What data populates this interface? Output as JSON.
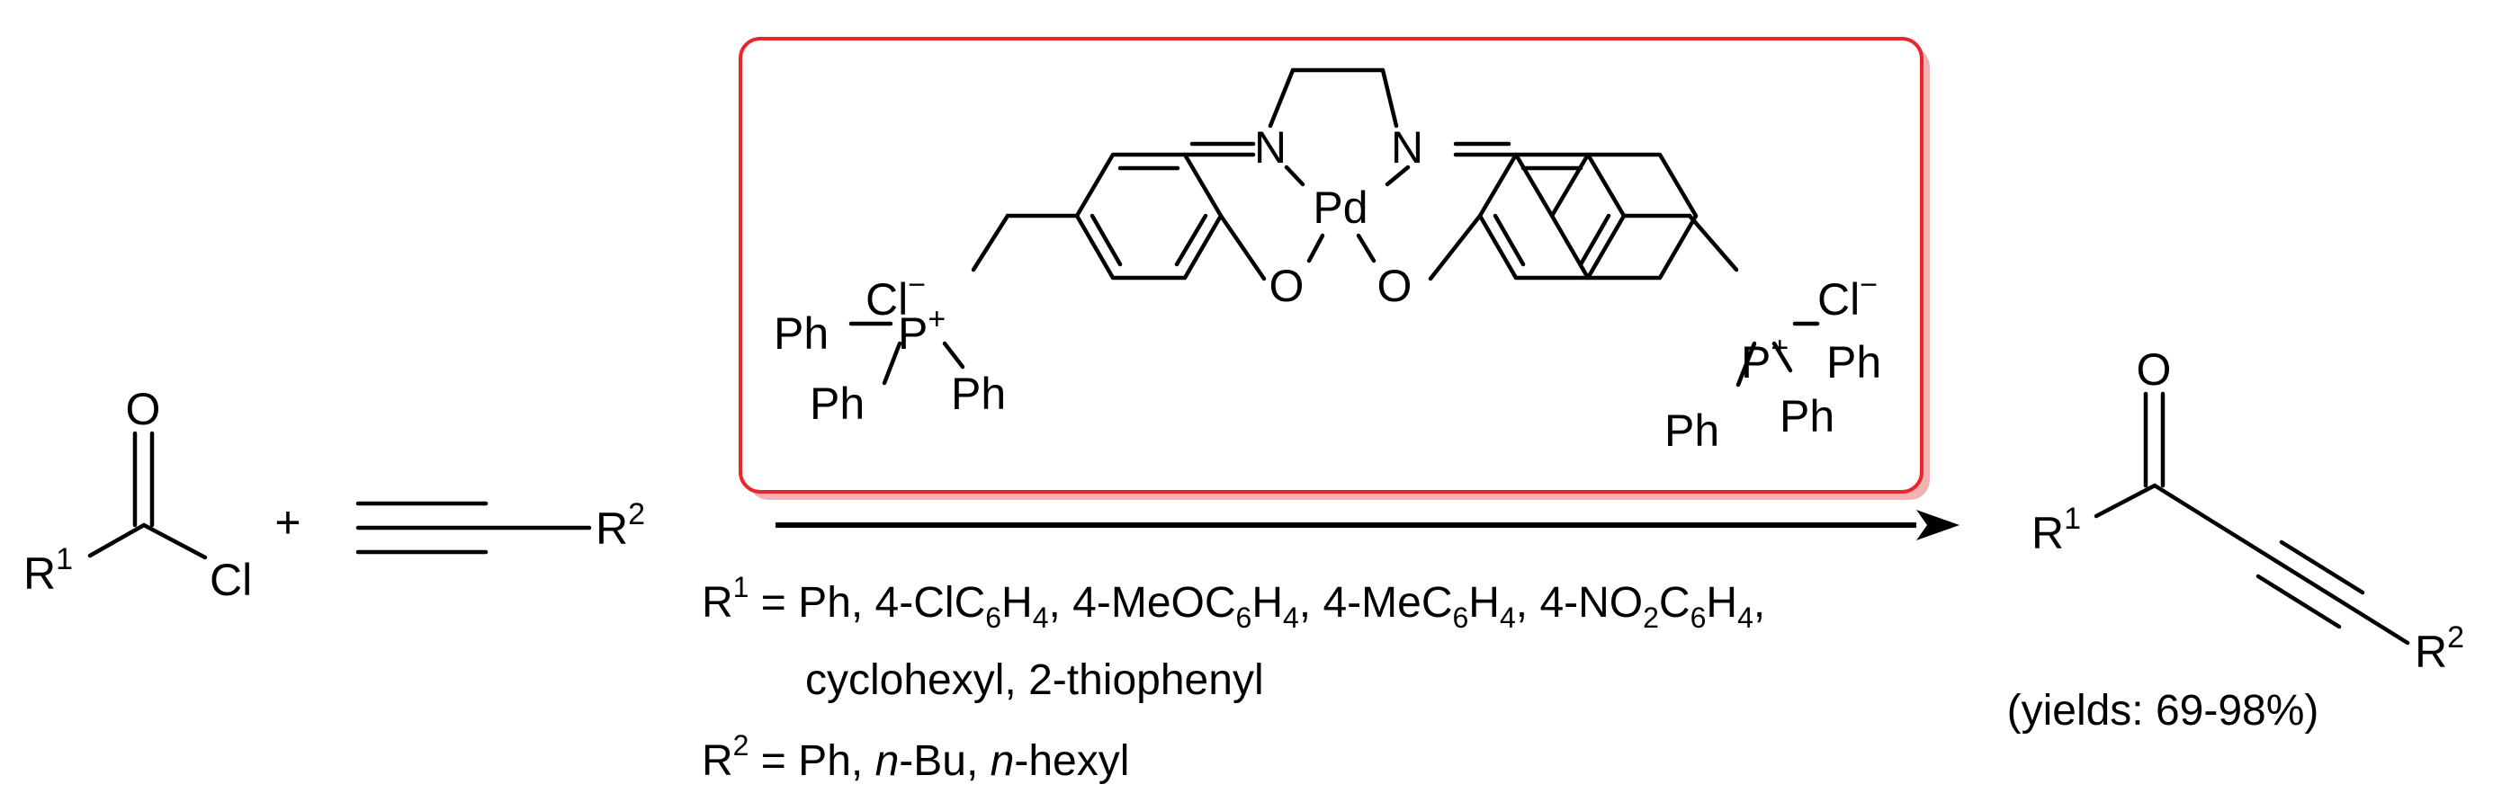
{
  "colors": {
    "catalyst_box_border": "#e8262b",
    "catalyst_box_shadow": "#f3b3b3",
    "ink": "#000000"
  },
  "acid_chloride": {
    "oxygen": "O",
    "r_group": "R",
    "r_sup": "1",
    "chlorine": "Cl"
  },
  "plus_sign": "+",
  "alkyne": {
    "r_group": "R",
    "r_sup": "2"
  },
  "catalyst": {
    "metal": "Pd",
    "n_left": "N",
    "n_right": "N",
    "o_left": "O",
    "o_right": "O",
    "left_phosphonium": {
      "counterion": "Cl",
      "counterion_charge": "−",
      "phosphorus": "P",
      "charge": "+",
      "ph_left": "Ph",
      "ph_bottom_left": "Ph",
      "ph_bottom_right": "Ph"
    },
    "right_phosphonium": {
      "counterion": "Cl",
      "counterion_charge": "−",
      "phosphorus": "P",
      "charge": "+",
      "ph_right": "Ph",
      "ph_bottom_left": "Ph",
      "ph_bottom_right": "Ph"
    }
  },
  "conditions": {
    "r1_label": "R",
    "r1_sup": "1",
    "r1_line1": " = Ph, 4-ClC",
    "r1_sub6a": "6",
    "r1_H4a": "H",
    "r1_sub4a": "4",
    "r1_comma1": ", 4-MeOC",
    "r1_sub6b": "6",
    "r1_H4b": "H",
    "r1_sub4b": "4",
    "r1_comma2": ", 4-MeC",
    "r1_sub6c": "6",
    "r1_H4c": "H",
    "r1_sub4c": "4",
    "r1_comma3": ", 4-NO",
    "r1_sub2": "2",
    "r1_C": "C",
    "r1_sub6d": "6",
    "r1_H4d": "H",
    "r1_sub4d": "4",
    "r1_end": ",",
    "r1_line2": "cyclohexyl, 2-thiophenyl",
    "r2_label": "R",
    "r2_sup": "2",
    "r2_prefix": " = Ph, ",
    "r2_nbu_italic": "n",
    "r2_nbu_rest": "-Bu, ",
    "r2_nhex_italic": "n",
    "r2_nhex_rest": "-hexyl"
  },
  "product": {
    "oxygen": "O",
    "r1_group": "R",
    "r1_sup": "1",
    "r2_group": "R",
    "r2_sup": "2",
    "yield_text": "(yields: 69-98%)"
  }
}
